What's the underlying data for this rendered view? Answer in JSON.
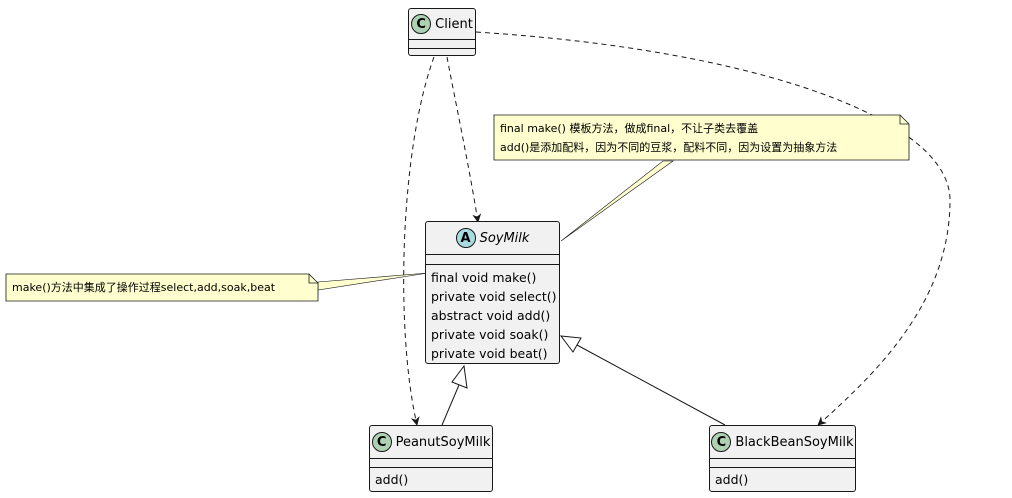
{
  "classes": {
    "client": {
      "name": "Client",
      "stereotype": "C"
    },
    "soymilk": {
      "name": "SoyMilk",
      "stereotype": "A",
      "methods": [
        "final void make()",
        "private void select()",
        "abstract void add()",
        "private void soak()",
        "private void beat()"
      ]
    },
    "peanut": {
      "name": "PeanutSoyMilk",
      "stereotype": "C",
      "methods": [
        "add()"
      ]
    },
    "blackbean": {
      "name": "BlackBeanSoyMilk",
      "stereotype": "C",
      "methods": [
        "add()"
      ]
    }
  },
  "notes": {
    "top": [
      "final make() 模板方法，做成final，不让子类去覆盖",
      "add()是添加配料，因为不同的豆浆，配料不同，因为设置为抽象方法"
    ],
    "left": [
      "make()方法中集成了操作过程select,add,soak,beat"
    ]
  },
  "colors": {
    "class_fill": "#f1f1f1",
    "class_border": "#181818",
    "note_fill": "#fefece",
    "class_spot": "#add1b2",
    "abstract_spot": "#a9dcdf"
  }
}
